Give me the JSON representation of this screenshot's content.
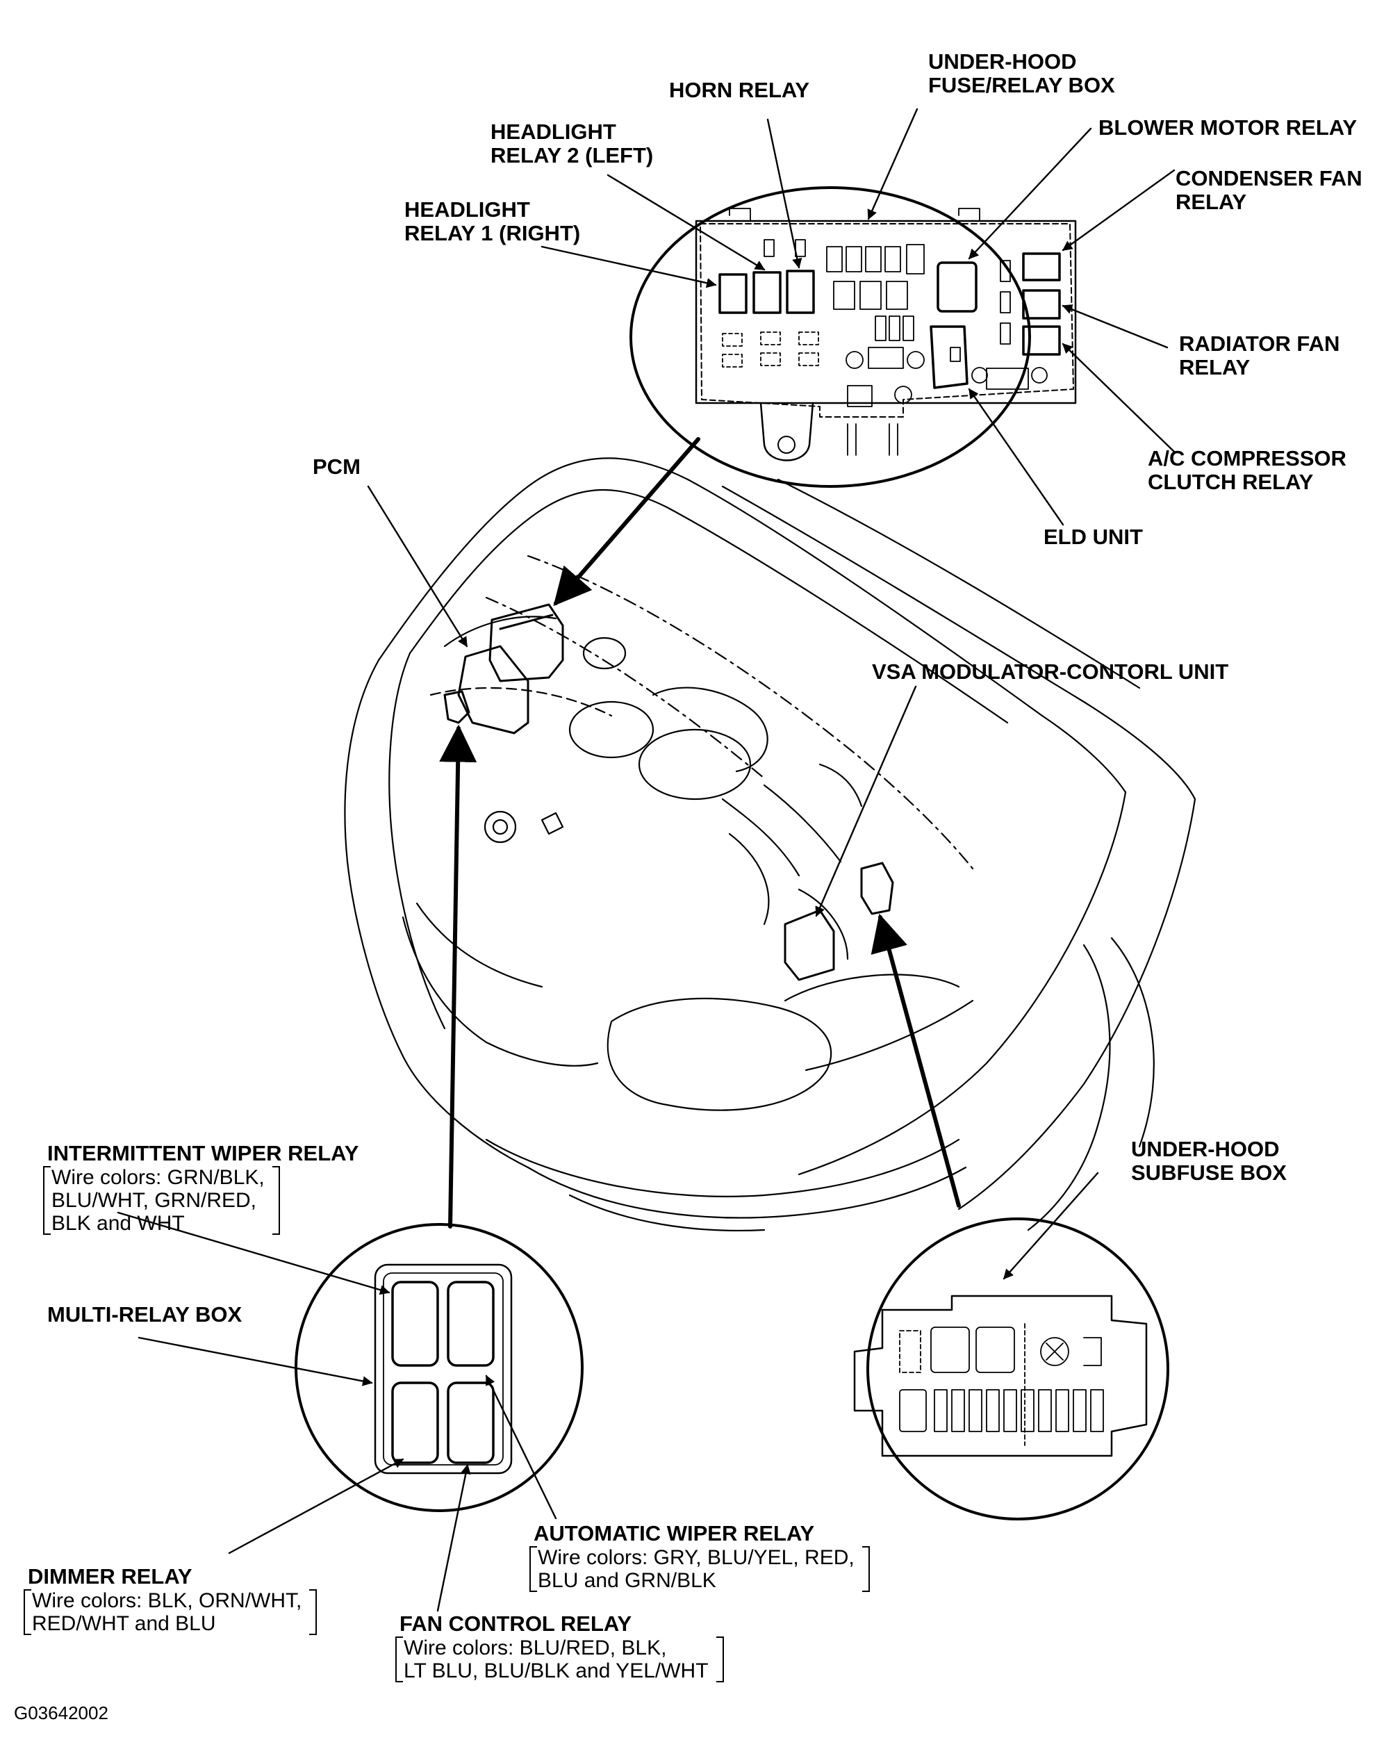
{
  "labels": {
    "under_hood_fuse_box": [
      "UNDER-HOOD",
      "FUSE/RELAY BOX"
    ],
    "horn_relay": [
      "HORN RELAY"
    ],
    "blower_motor_relay": [
      "BLOWER MOTOR RELAY"
    ],
    "headlight_relay_2": [
      "HEADLIGHT",
      "RELAY 2 (LEFT)"
    ],
    "condenser_fan_relay": [
      "CONDENSER FAN",
      "RELAY"
    ],
    "headlight_relay_1": [
      "HEADLIGHT",
      "RELAY 1 (RIGHT)"
    ],
    "radiator_fan_relay": [
      "RADIATOR FAN",
      "RELAY"
    ],
    "ac_compressor_clutch_relay": [
      "A/C COMPRESSOR",
      "CLUTCH RELAY"
    ],
    "eld_unit": [
      "ELD UNIT"
    ],
    "pcm": [
      "PCM"
    ],
    "vsa_modulator": [
      "VSA MODULATOR-CONTORL UNIT"
    ],
    "intermittent_wiper_relay": [
      "INTERMITTENT WIPER RELAY"
    ],
    "under_hood_subfuse_box": [
      "UNDER-HOOD",
      "SUBFUSE BOX"
    ],
    "multi_relay_box": [
      "MULTI-RELAY BOX"
    ],
    "automatic_wiper_relay": [
      "AUTOMATIC WIPER RELAY"
    ],
    "dimmer_relay": [
      "DIMMER RELAY"
    ],
    "fan_control_relay": [
      "FAN CONTROL RELAY"
    ]
  },
  "wire_colors": {
    "intermittent_wiper_relay": [
      "Wire colors: GRN/BLK,",
      "BLU/WHT, GRN/RED,",
      "BLK and WHT"
    ],
    "automatic_wiper_relay": [
      "Wire colors: GRY, BLU/YEL, RED,",
      "BLU and GRN/BLK"
    ],
    "dimmer_relay": [
      "Wire colors: BLK, ORN/WHT,",
      "RED/WHT and BLU"
    ],
    "fan_control_relay": [
      "Wire colors: BLU/RED, BLK,",
      "LT BLU, BLU/BLK and YEL/WHT"
    ]
  },
  "figure_code": "G03642002"
}
